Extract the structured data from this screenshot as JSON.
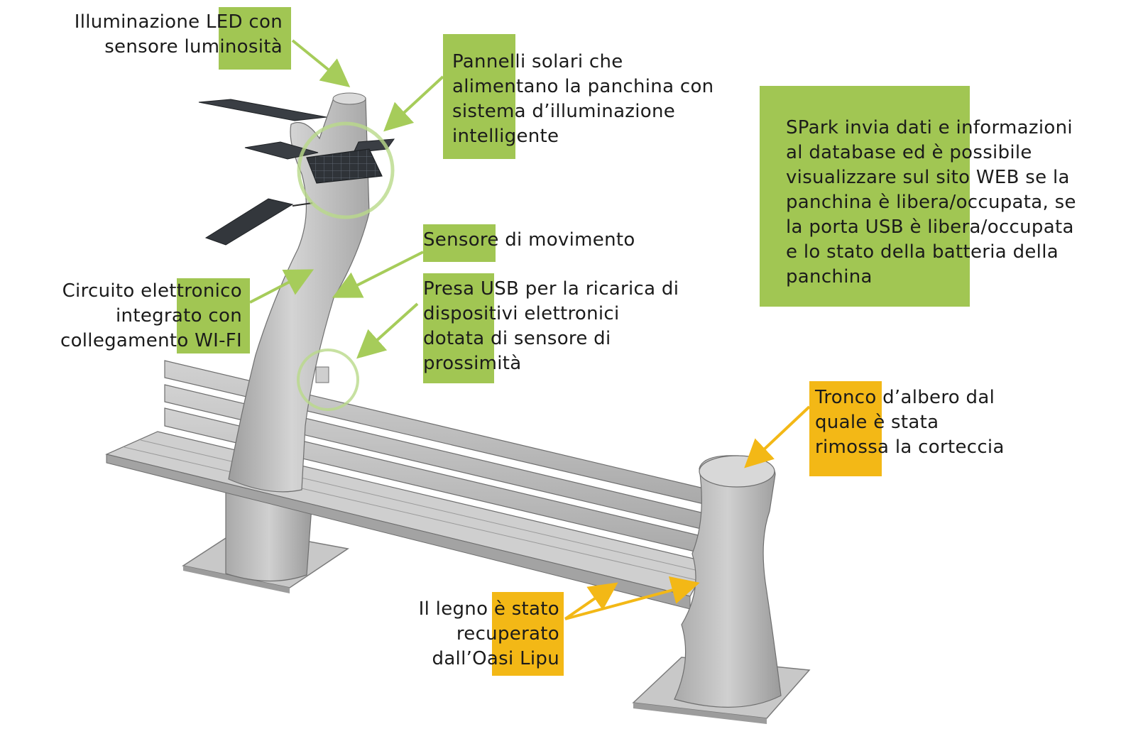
{
  "colors": {
    "green_box": "#a1c653",
    "yellow_box": "#f3b816",
    "green_arrow": "#a6cc5a",
    "yellow_arrow": "#f3b816",
    "bench_wood": "#c9c9c9",
    "trunk": "#bdbdbd"
  },
  "labels": {
    "led": "Illuminazione LED con\nsensore luminosità",
    "solar": "Pannelli solari che\nalimentano la panchina con\nsistema d’illuminazione\nintelligente",
    "spark": "SPark invia dati e informazioni\nal database ed è possibile\nvisualizzare sul sito WEB se la\npanchina è libera/occupata, se\nla porta USB è libera/occupata\ne lo stato della batteria della\npanchina",
    "motion": "Sensore di movimento",
    "circuit": "Circuito elettronico\nintegrato con\ncollegamento WI-FI",
    "usb": "Presa USB per la ricarica di\ndispositivi elettronici\ndotata di sensore di\nprossimità",
    "trunk": "Tronco d’albero dal\nquale è stata\nrimossa la corteccia",
    "wood": "Il legno è stato\nrecuperato\ndall’Oasi Lipu"
  }
}
